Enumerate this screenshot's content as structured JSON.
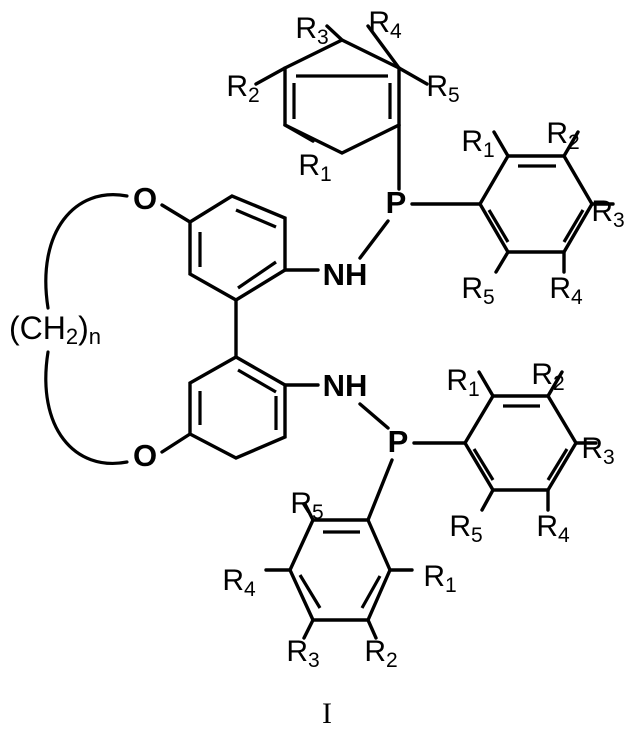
{
  "figure": {
    "label": "I",
    "caption": "",
    "type": "chemical-structure",
    "description": "Macrocyclic biphenyl bis(aminophosphine) ligand with polymethylene bridge"
  },
  "atoms": {
    "oxygen_top": "O",
    "oxygen_bottom": "O",
    "amine_top": "NH",
    "amine_bottom": "NH",
    "phosphorus_top": "P",
    "phosphorus_bottom": "P"
  },
  "bridge": {
    "prefix": "(CH",
    "sub_h": "2",
    "suffix": ")",
    "sub_n": "n",
    "full": "(CH2)n"
  },
  "substituents": {
    "top_ring": {
      "name": "top-phenyl-ring",
      "labels": [
        {
          "base": "R",
          "sub": "1",
          "position": "bottom-left"
        },
        {
          "base": "R",
          "sub": "2",
          "position": "left"
        },
        {
          "base": "R",
          "sub": "3",
          "position": "top-left"
        },
        {
          "base": "R",
          "sub": "4",
          "position": "top-right"
        },
        {
          "base": "R",
          "sub": "5",
          "position": "right"
        }
      ]
    },
    "upper_right_ring": {
      "name": "upper-right-phenyl-ring",
      "labels": [
        {
          "base": "R",
          "sub": "1",
          "position": "top-left"
        },
        {
          "base": "R",
          "sub": "2",
          "position": "top-right"
        },
        {
          "base": "R",
          "sub": "3",
          "position": "right"
        },
        {
          "base": "R",
          "sub": "4",
          "position": "bottom-right"
        },
        {
          "base": "R",
          "sub": "5",
          "position": "bottom-left"
        }
      ]
    },
    "lower_right_ring": {
      "name": "lower-right-phenyl-ring",
      "labels": [
        {
          "base": "R",
          "sub": "1",
          "position": "top-left"
        },
        {
          "base": "R",
          "sub": "2",
          "position": "top-right"
        },
        {
          "base": "R",
          "sub": "3",
          "position": "right"
        },
        {
          "base": "R",
          "sub": "4",
          "position": "bottom-right"
        },
        {
          "base": "R",
          "sub": "5",
          "position": "bottom-left"
        }
      ]
    },
    "bottom_ring": {
      "name": "bottom-phenyl-ring",
      "labels": [
        {
          "base": "R",
          "sub": "1",
          "position": "right"
        },
        {
          "base": "R",
          "sub": "2",
          "position": "bottom-right"
        },
        {
          "base": "R",
          "sub": "3",
          "position": "bottom-left"
        },
        {
          "base": "R",
          "sub": "4",
          "position": "left"
        },
        {
          "base": "R",
          "sub": "5",
          "position": "top-left"
        }
      ]
    }
  },
  "colors": {
    "stroke": "#000000",
    "background": "#ffffff"
  }
}
